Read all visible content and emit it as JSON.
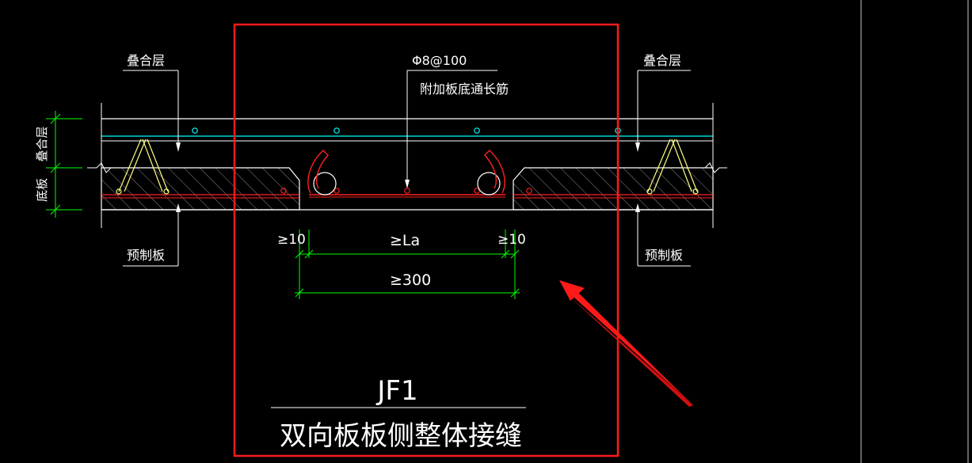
{
  "labels": {
    "left_topping": "叠合层",
    "right_topping": "叠合层",
    "left_precast": "预制板",
    "right_precast": "预制板",
    "rebar_spec": "Φ8@100",
    "rebar_desc": "附加板底通长筋",
    "side_topping": "叠合层",
    "side_bottom": "底板",
    "dim_left": "≥10",
    "dim_right": "≥10",
    "dim_la": "≥La",
    "dim_300": "≥300",
    "title_code": "JF1",
    "title_desc": "双向板板侧整体接缝"
  },
  "colors": {
    "background": "#000000",
    "line_white": "#ffffff",
    "line_green": "#00ff00",
    "line_cyan": "#00ffff",
    "line_red": "#ff2020",
    "hatch_gray": "#7f7f7f",
    "truss_yellow": "#ffff80",
    "highlight_red": "#ff1a1a"
  }
}
